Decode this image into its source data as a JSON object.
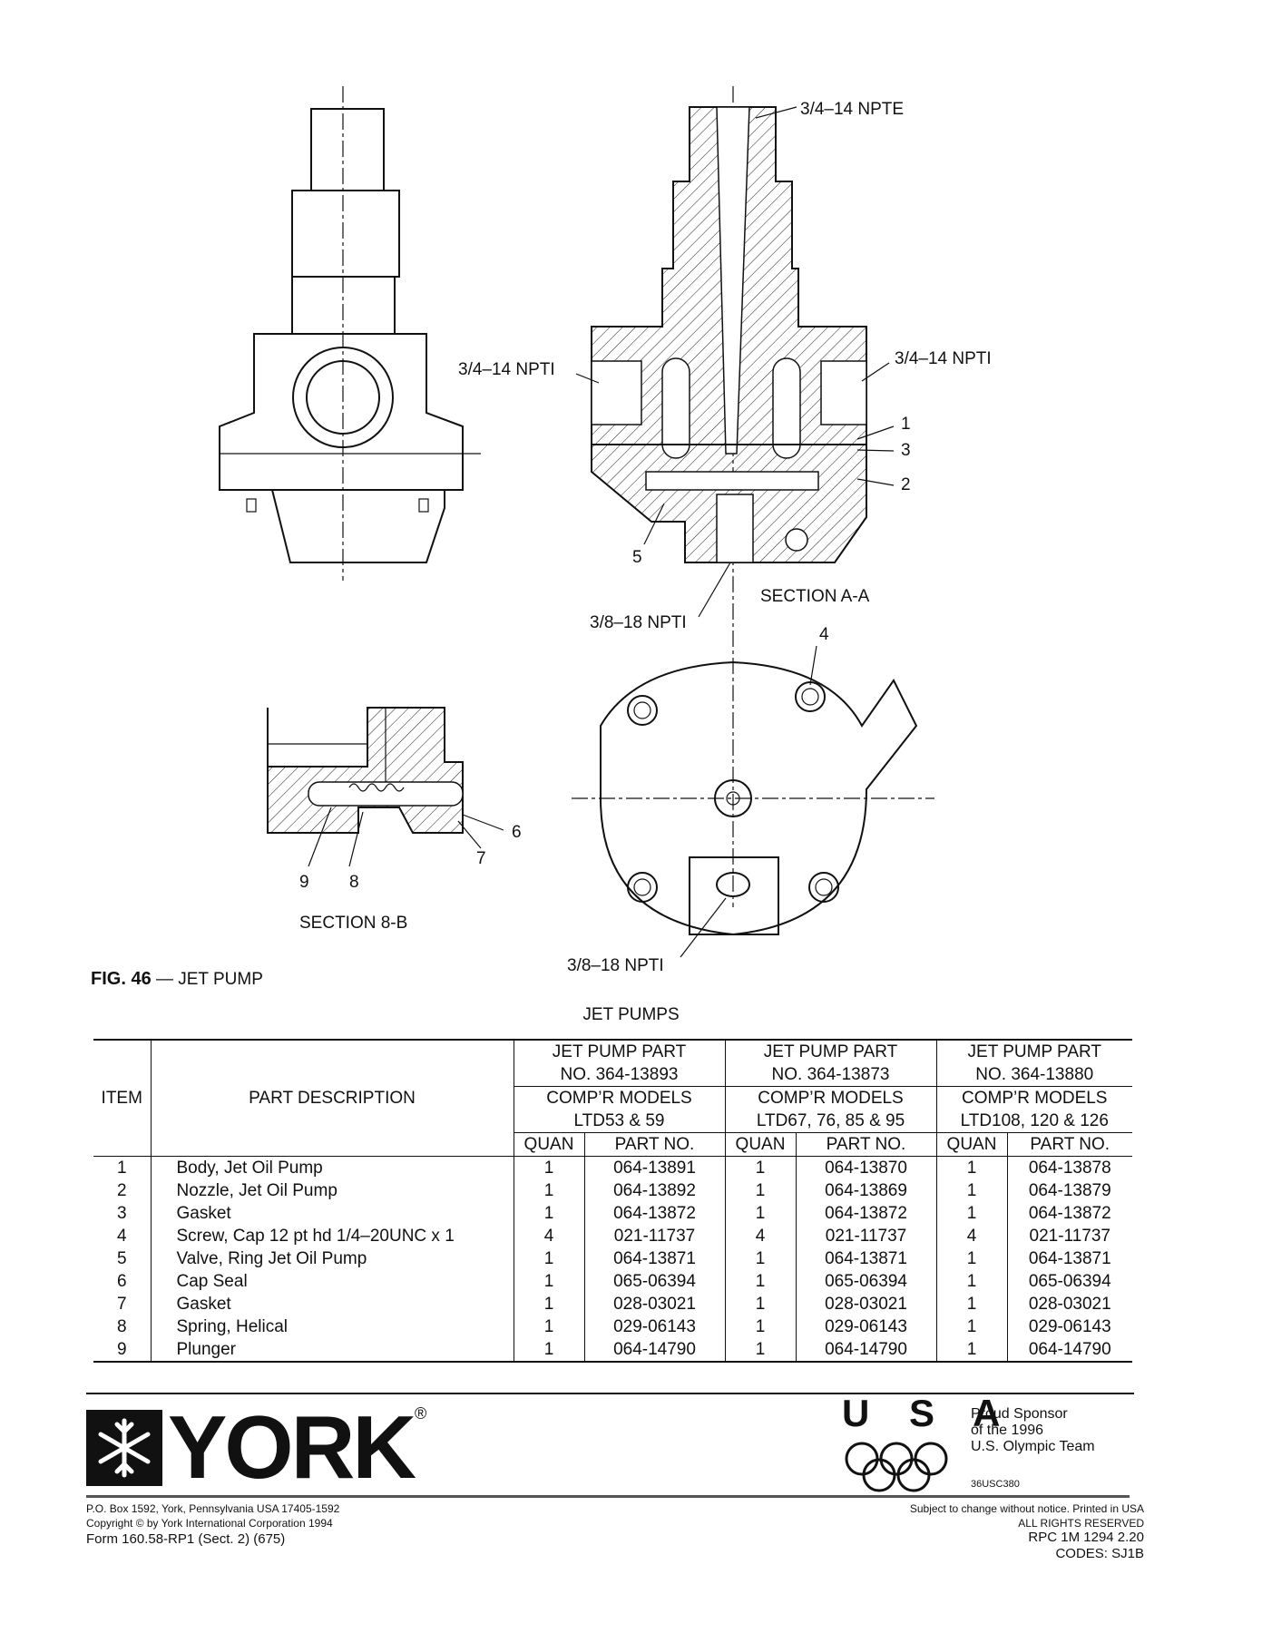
{
  "drawing": {
    "labels": {
      "npte_top": "3/4–14 NPTE",
      "npti_left": "3/4–14 NPTI",
      "npti_right": "3/4–14 NPTI",
      "npti_bottom_section": "3/8–18 NPTI",
      "npti_bottom_view": "3/8–18 NPTI",
      "section_aa": "SECTION A-A",
      "section_bb": "SECTION 8-B",
      "callout_1": "1",
      "callout_2": "2",
      "callout_3": "3",
      "callout_4": "4",
      "callout_5": "5",
      "callout_6": "6",
      "callout_7": "7",
      "callout_8": "8",
      "callout_9": "9"
    }
  },
  "figure": {
    "number": "FIG. 46",
    "caption": "— JET PUMP"
  },
  "table": {
    "title": "JET PUMPS",
    "col_item": "ITEM",
    "col_desc": "PART DESCRIPTION",
    "col_quan": "QUAN",
    "col_partno": "PART NO.",
    "groups": [
      {
        "part_line1": "JET PUMP PART",
        "part_line2": "NO. 364-13893",
        "models_line1": "COMP’R MODELS",
        "models_line2": "LTD53 & 59"
      },
      {
        "part_line1": "JET PUMP PART",
        "part_line2": "NO. 364-13873",
        "models_line1": "COMP’R MODELS",
        "models_line2": "LTD67, 76, 85 & 95"
      },
      {
        "part_line1": "JET PUMP PART",
        "part_line2": "NO. 364-13880",
        "models_line1": "COMP’R MODELS",
        "models_line2": "LTD108, 120 & 126"
      }
    ],
    "rows": [
      {
        "item": "1",
        "desc": "Body, Jet Oil Pump",
        "q1": "1",
        "p1": "064-13891",
        "q2": "1",
        "p2": "064-13870",
        "q3": "1",
        "p3": "064-13878"
      },
      {
        "item": "2",
        "desc": "Nozzle, Jet Oil Pump",
        "q1": "1",
        "p1": "064-13892",
        "q2": "1",
        "p2": "064-13869",
        "q3": "1",
        "p3": "064-13879"
      },
      {
        "item": "3",
        "desc": "Gasket",
        "q1": "1",
        "p1": "064-13872",
        "q2": "1",
        "p2": "064-13872",
        "q3": "1",
        "p3": "064-13872"
      },
      {
        "item": "4",
        "desc": "Screw, Cap 12 pt hd 1/4–20UNC x 1",
        "q1": "4",
        "p1": "021-11737",
        "q2": "4",
        "p2": "021-11737",
        "q3": "4",
        "p3": "021-11737"
      },
      {
        "item": "5",
        "desc": "Valve, Ring Jet Oil Pump",
        "q1": "1",
        "p1": "064-13871",
        "q2": "1",
        "p2": "064-13871",
        "q3": "1",
        "p3": "064-13871"
      },
      {
        "item": "6",
        "desc": "Cap Seal",
        "q1": "1",
        "p1": "065-06394",
        "q2": "1",
        "p2": "065-06394",
        "q3": "1",
        "p3": "065-06394"
      },
      {
        "item": "7",
        "desc": "Gasket",
        "q1": "1",
        "p1": "028-03021",
        "q2": "1",
        "p2": "028-03021",
        "q3": "1",
        "p3": "028-03021"
      },
      {
        "item": "8",
        "desc": "Spring, Helical",
        "q1": "1",
        "p1": "029-06143",
        "q2": "1",
        "p2": "029-06143",
        "q3": "1",
        "p3": "029-06143"
      },
      {
        "item": "9",
        "desc": "Plunger",
        "q1": "1",
        "p1": "064-14790",
        "q2": "1",
        "p2": "064-14790",
        "q3": "1",
        "p3": "064-14790"
      }
    ]
  },
  "footer": {
    "logo_text": "YORK",
    "logo_reg": "®",
    "address": "P.O. Box 1592, York, Pennsylvania USA 17405-1592",
    "copyright": "Copyright © by York International Corporation 1994",
    "form": "Form 160.58-RP1 (Sect. 2) (675)",
    "usa": "U S A",
    "sponsor_line1": "Proud Sponsor",
    "sponsor_line2": "of the 1996",
    "sponsor_line3": "U.S. Olympic Team",
    "usc_code": "36USC380",
    "notice": "Subject to change without notice. Printed in USA",
    "rights": "ALL RIGHTS RESERVED",
    "rpc": "RPC 1M 1294 2.20",
    "codes": "CODES: SJ1B"
  }
}
